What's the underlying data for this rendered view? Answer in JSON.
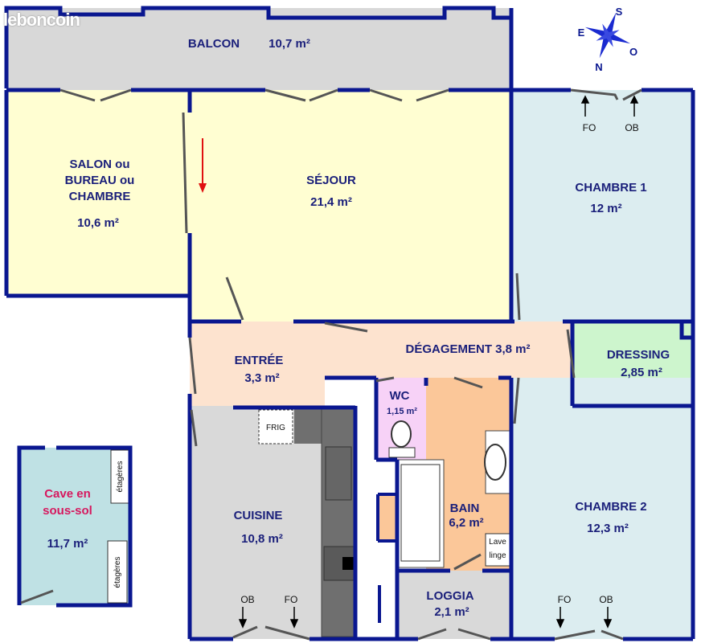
{
  "watermark": "leboncoin",
  "compass": {
    "s": "S",
    "e": "E",
    "n": "N",
    "o": "O"
  },
  "rooms": {
    "balcon": {
      "name": "BALCON",
      "area": "10,7 m²"
    },
    "salon": {
      "line1": "SALON  ou",
      "line2": "BUREAU  ou",
      "line3": "CHAMBRE",
      "area": "10,6 m²"
    },
    "sejour": {
      "name": "SÉJOUR",
      "area": "21,4 m²"
    },
    "chambre1": {
      "name": "CHAMBRE   1",
      "area": "12 m²"
    },
    "entree": {
      "name": "ENTRÉE",
      "area": "3,3 m²"
    },
    "degagement": {
      "name": "DÉGAGEMENT   3,8 m²"
    },
    "dressing": {
      "name": "DRESSING",
      "area": "2,85 m²"
    },
    "wc": {
      "name": "WC",
      "area": "1,15 m²"
    },
    "bain": {
      "name": "BAIN",
      "area": "6,2 m²"
    },
    "cuisine": {
      "name": "CUISINE",
      "area": "10,8 m²"
    },
    "loggia": {
      "name": "LOGGIA",
      "area": "2,1 m²"
    },
    "chambre2": {
      "name": "CHAMBRE   2",
      "area": "12,3 m²"
    },
    "cave": {
      "line1": "Cave en",
      "line2": "sous-sol",
      "area": "11,7 m²"
    }
  },
  "fixtures": {
    "frig": "FRIG",
    "lave1": "Lave",
    "lave2": "linge",
    "etageres": "étagères"
  },
  "window_labels": {
    "fo": "FO",
    "ob": "OB"
  },
  "colors": {
    "wall": "#0a1790",
    "text": "#1a1f7a",
    "cave_text": "#d6185e"
  }
}
